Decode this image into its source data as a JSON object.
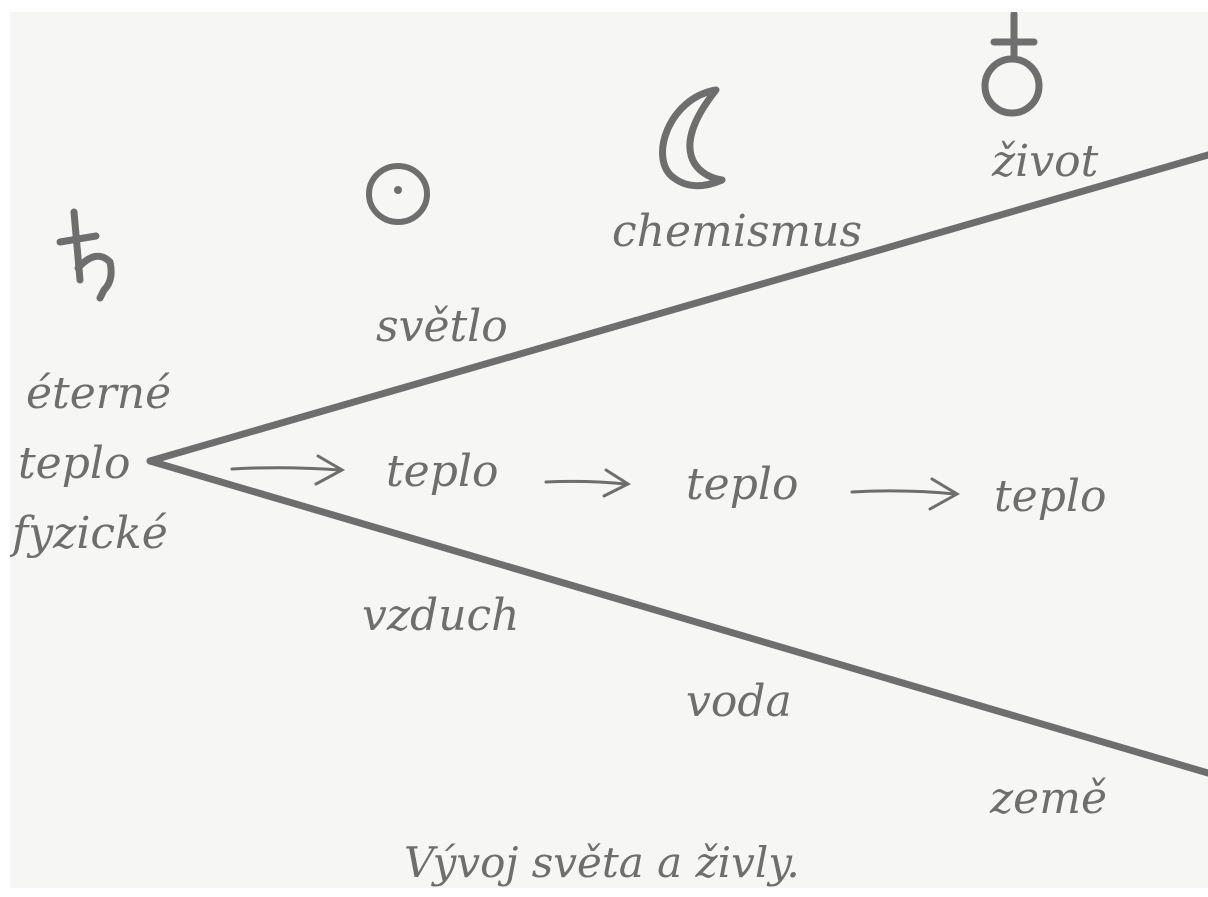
{
  "colors": {
    "background": "#f6f6f4",
    "ink": "#6e6e6e"
  },
  "symbols": {
    "saturn": "saturn-symbol-icon",
    "sun": "sun-symbol-icon",
    "moon": "crescent-moon-icon",
    "earth": "orb-cross-symbol-icon"
  },
  "labels": {
    "eterne": "éterné",
    "teplo_left": "teplo",
    "fyzicke": "fyzické",
    "svetlo": "světlo",
    "chemismus": "chemismus",
    "zivot": "život",
    "teplo_1": "teplo",
    "teplo_2": "teplo",
    "teplo_3": "teplo",
    "vzduch": "vzduch",
    "voda": "voda",
    "zeme": "země"
  },
  "caption": "Vývoj světa a živly."
}
